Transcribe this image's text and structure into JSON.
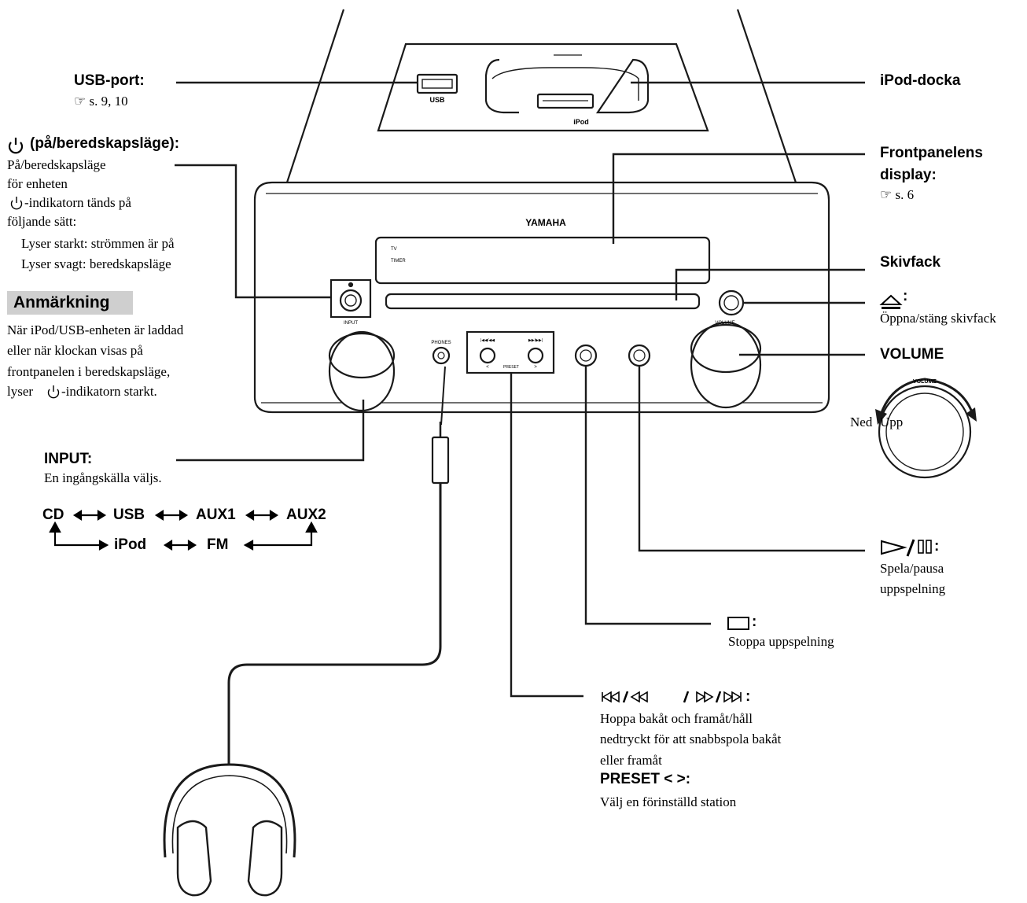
{
  "device": {
    "brand": "YAMAHA",
    "usb_port_label": "USB",
    "ipod_label": "iPod",
    "input_knob_label": "INPUT",
    "phones_label": "PHONES",
    "volume_knob_label": "VOLUME",
    "indicator_1": "TV",
    "indicator_2": "TIMER",
    "preset_label": "PRESET",
    "preset_left": "<",
    "preset_right": ">",
    "skip_left_label": "|◀◀/◀◀",
    "skip_right_label": "▶▶/▶▶|"
  },
  "callouts": {
    "usb": {
      "title": "USB-port:",
      "ref": "☞ s. 9, 10"
    },
    "ipod": {
      "title": "iPod-docka"
    },
    "power": {
      "title": "(på/beredskapsläge):",
      "lines": [
        "På/beredskapsläge",
        "för enheten",
        "-indikatorn tänds på",
        "följande sätt:",
        "Lyser starkt: strömmen är på",
        "Lyser svagt: beredskapsläge"
      ]
    },
    "note": {
      "title": "Anmärkning",
      "lines": [
        "När iPod/USB-enheten är laddad",
        "eller när klockan visas på",
        "frontpanelen i beredskapsläge,",
        "lyser",
        "-indikatorn      starkt."
      ]
    },
    "display": {
      "title_1": "Frontpanelens",
      "title_2": "display:",
      "ref": "☞ s. 6"
    },
    "tray": {
      "title": "Skivfack"
    },
    "eject": {
      "title": ":",
      "desc": "Öppna/stäng skivfack"
    },
    "volume": {
      "title": "VOLUME",
      "down": "Ned",
      "up": "Upp",
      "dial_label": "VOLUME"
    },
    "input": {
      "title": "INPUT:",
      "desc": "En ingångskälla väljs.",
      "sources_row1": [
        "CD",
        "USB",
        "AUX1",
        "AUX2"
      ],
      "sources_row2": [
        "iPod",
        "FM"
      ]
    },
    "play": {
      "title": "▷/▯▯:",
      "lines": [
        "Spela/pausa",
        "uppspelning"
      ]
    },
    "stop": {
      "title": "▭:",
      "desc": "Stoppa uppspelning"
    },
    "skip": {
      "title": "⧏◁/◁◁ / ▷▷/▷⧐ :",
      "lines": [
        "Hoppa bakåt och framåt/håll",
        "nedtryckt för att snabbspola bakåt",
        "eller framåt"
      ]
    },
    "preset": {
      "title": "PRESET < >:",
      "desc": "Välj en förinställd station"
    }
  }
}
